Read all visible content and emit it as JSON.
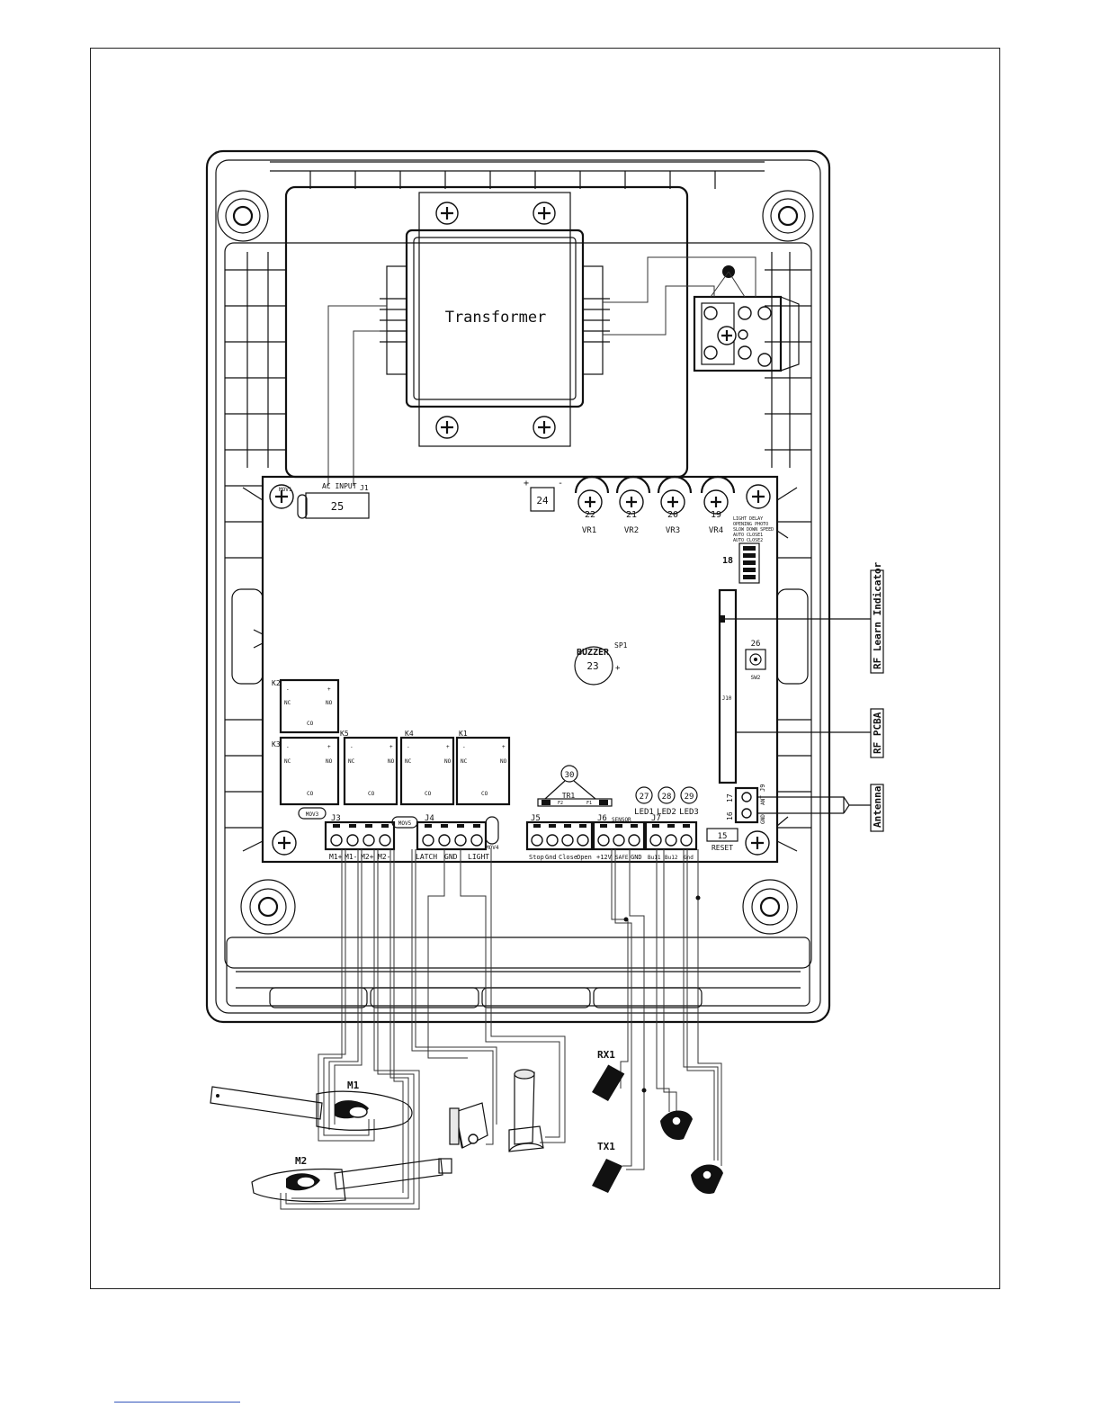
{
  "labels": {
    "transformer": "Transformer",
    "ac_input": "AC INPUT",
    "j1": "J1",
    "mov1": "MOV1",
    "mov3": "MOV3",
    "mov5": "MOV5",
    "mov4": "MOV4",
    "rf_learn": "RF Learn Indicator",
    "rf_pcba": "RF PCBA",
    "antenna": "Antenna",
    "buzzer": "BUZZER",
    "sp1": "SP1",
    "sw2": "SW2",
    "j10": "J10",
    "j9": "J9",
    "ant": "ANT",
    "gnd_v": "GND",
    "reset": "RESET",
    "sensor": "SENSOR",
    "tr1": "TR1",
    "f2": "F2",
    "f1": "F1",
    "dip_text": [
      "LIGHT DELAY",
      "OPENING PHOTO",
      "SLOW DOWN SPEED",
      "AUTO CLOSE1",
      "AUTO CLOSE2"
    ]
  },
  "numbers": {
    "n25": "25",
    "n24": "24",
    "n22": "22",
    "n21": "21",
    "n20": "20",
    "n19": "19",
    "n18": "18",
    "n26": "26",
    "n23": "23",
    "n30": "30",
    "n27": "27",
    "n28": "28",
    "n29": "29",
    "n15": "15",
    "n16": "16",
    "n17": "17"
  },
  "pots": [
    "VR1",
    "VR2",
    "VR3",
    "VR4"
  ],
  "relays": [
    "K2",
    "K3",
    "K5",
    "K4",
    "K1"
  ],
  "relay_pins": {
    "minus": "-",
    "plus": "+",
    "nc": "NC",
    "no": "NO",
    "co": "CO"
  },
  "leds": [
    "LED1",
    "LED2",
    "LED3"
  ],
  "connectors": {
    "j3": {
      "name": "J3",
      "pins": [
        "M1+",
        "M1-",
        "M2+",
        "M2-"
      ]
    },
    "j4": {
      "name": "J4",
      "pins": [
        "LATCH",
        "GND",
        "LIGHT"
      ]
    },
    "j5": {
      "name": "J5",
      "pins": [
        "Stop",
        "Gnd",
        "Close",
        "Open"
      ]
    },
    "j6": {
      "name": "J6",
      "pins": [
        "+12V",
        "SAFE",
        "GND"
      ]
    },
    "j7": {
      "name": "J7",
      "pins": [
        "Bu11",
        "Bu12",
        "Gnd"
      ]
    }
  },
  "devices": {
    "m1": "M1",
    "m2": "M2",
    "rx1": "RX1",
    "tx1": "TX1"
  },
  "polarity": {
    "plus": "+",
    "minus": "-"
  }
}
